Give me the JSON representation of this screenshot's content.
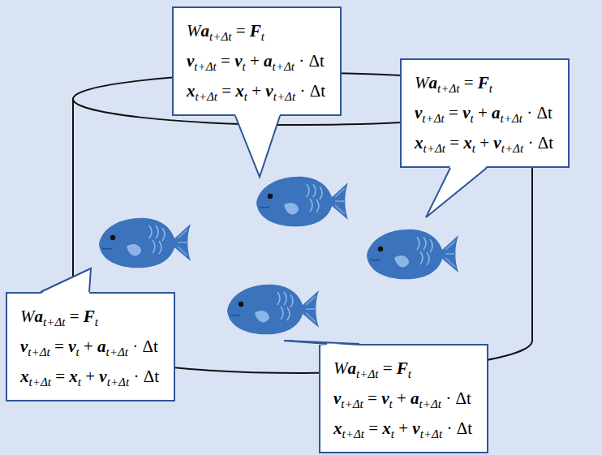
{
  "diagram": {
    "nodes": [
      {
        "text": [
          "Wat+Δt = Ft",
          "vt+Δt = vt + at+Δt · Δt",
          "xt+Δt = xt + vt+Δt · Δt"
        ]
      },
      {
        "text": [
          "Wat+Δt = Ft",
          "vt+Δt = vt + at+Δt · Δt",
          "xt+Δt = xt + vt+Δt · Δt"
        ]
      },
      {
        "text": [
          "Wat+Δt = Ft",
          "vt+Δt = vt + at+Δt · Δt",
          "xt+Δt = xt + vt+Δt · Δt"
        ]
      },
      {
        "text": [
          "Wat+Δt = Ft",
          "vt+Δt = vt + at+Δt · Δt",
          "xt+Δt = xt + vt+Δt · Δt"
        ]
      }
    ]
  }
}
